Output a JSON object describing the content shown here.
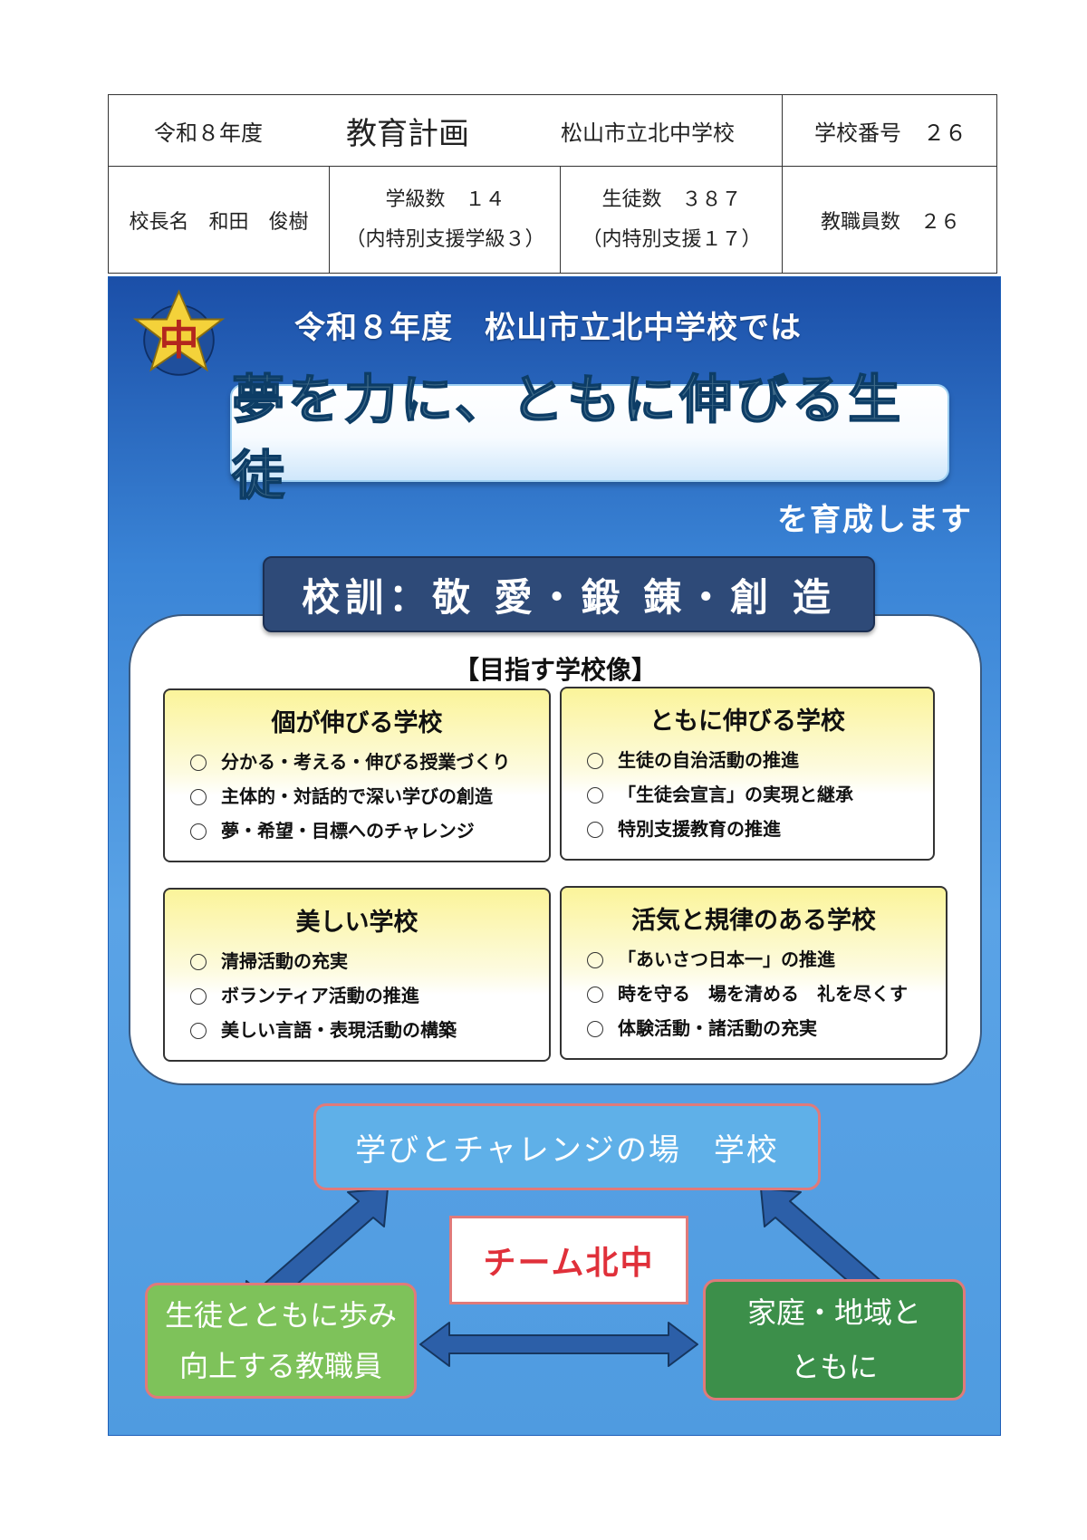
{
  "header": {
    "fiscal_year": "令和８年度",
    "doc_title": "教育計画",
    "school_name": "松山市立北中学校",
    "school_number": "学校番号　２６",
    "principal": "校長名　和田　俊樹",
    "classes_line1": "学級数　１４",
    "classes_line2": "（内特別支援学級３）",
    "students_line1": "生徒数　３８７",
    "students_line2": "（内特別支援１７）",
    "staff": "教職員数　２６"
  },
  "poster": {
    "emblem_char": "中",
    "year_line": "令和８年度　松山市立北中学校では",
    "motto": "夢を力に、ともに伸びる生徒",
    "ikusei": "を育成します",
    "kokun": "校訓：敬 愛・鍛 錬・創 造",
    "vision_title": "【目指す学校像】",
    "visions": [
      {
        "title": "個が伸びる学校",
        "items": [
          "分かる・考える・伸びる授業づくり",
          "主体的・対話的で深い学びの創造",
          "夢・希望・目標へのチャレンジ"
        ]
      },
      {
        "title": "ともに伸びる学校",
        "items": [
          "生徒の自治活動の推進",
          "「生徒会宣言」の実現と継承",
          "特別支援教育の推進"
        ]
      },
      {
        "title": "美しい学校",
        "items": [
          "清掃活動の充実",
          "ボランティア活動の推進",
          "美しい言語・表現活動の構築"
        ]
      },
      {
        "title": "活気と規律のある学校",
        "items": [
          "「あいさつ日本一」の推進",
          "時を守る　場を清める　礼を尽くす",
          "体験活動・諸活動の充実"
        ]
      }
    ],
    "school_node": "学びとチャレンジの場　学校",
    "team": "チーム北中",
    "staff_node": [
      "生徒とともに歩み",
      "向上する教職員"
    ],
    "home_node": [
      "家庭・地域と",
      "ともに"
    ],
    "colors": {
      "poster_blue": "#3a84d6",
      "kokun_navy": "#2e4a78",
      "team_red": "#e0303a",
      "emblem_yellow": "#f4d23a"
    }
  }
}
